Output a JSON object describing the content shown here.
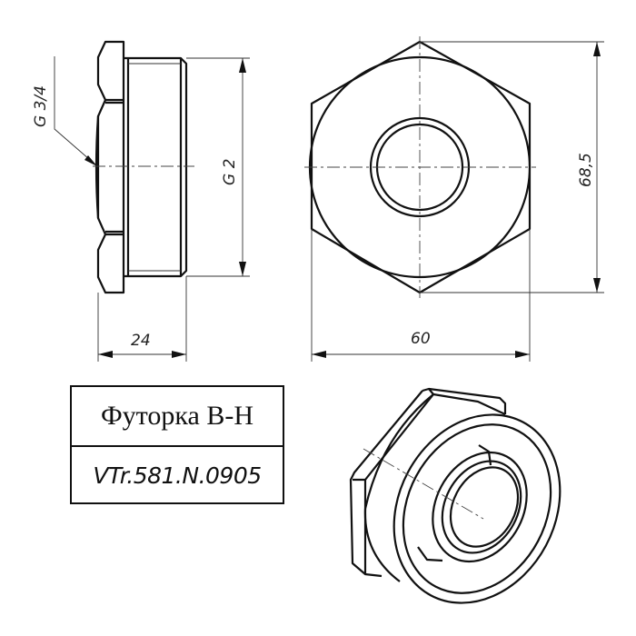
{
  "drawing": {
    "title": "Футорка В-Н",
    "part_number": "VTr.581.N.0905",
    "side_view": {
      "inner_thread_label": "G 3/4",
      "outer_thread_label": "G 2",
      "length_dimension": "24"
    },
    "front_view": {
      "width_across_flats": "60",
      "width_across_corners": "68,5"
    },
    "isometric_view": {
      "label": ""
    },
    "colors": {
      "line": "#111111",
      "background": "#ffffff"
    }
  }
}
